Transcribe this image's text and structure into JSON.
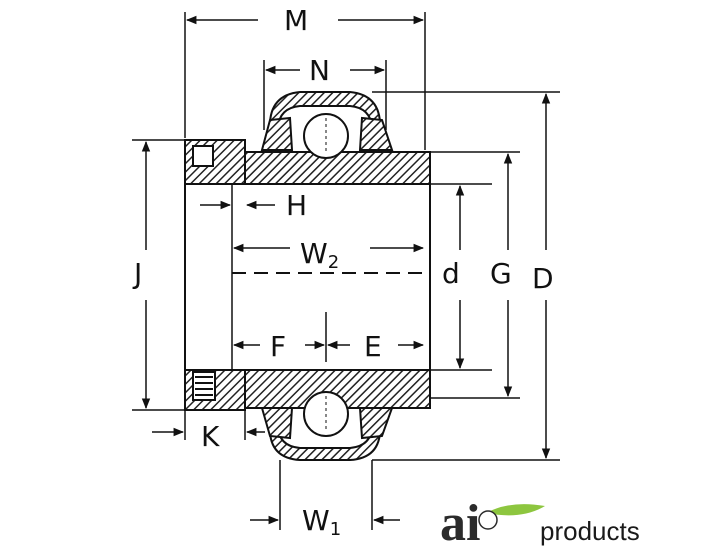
{
  "labels": {
    "M": "M",
    "N": "N",
    "H": "H",
    "J": "J",
    "W2_main": "W",
    "W2_sub": "2",
    "d": "d",
    "G": "G",
    "D": "D",
    "F": "F",
    "E": "E",
    "K": "K",
    "W1_main": "W",
    "W1_sub": "1"
  },
  "logo": {
    "mark": "ai",
    "text": "products"
  },
  "colors": {
    "line": "#111111",
    "hatch": "#2a2a2a",
    "logo_leaf": "#8dc63f",
    "logo_dark": "#2b2b2b"
  }
}
